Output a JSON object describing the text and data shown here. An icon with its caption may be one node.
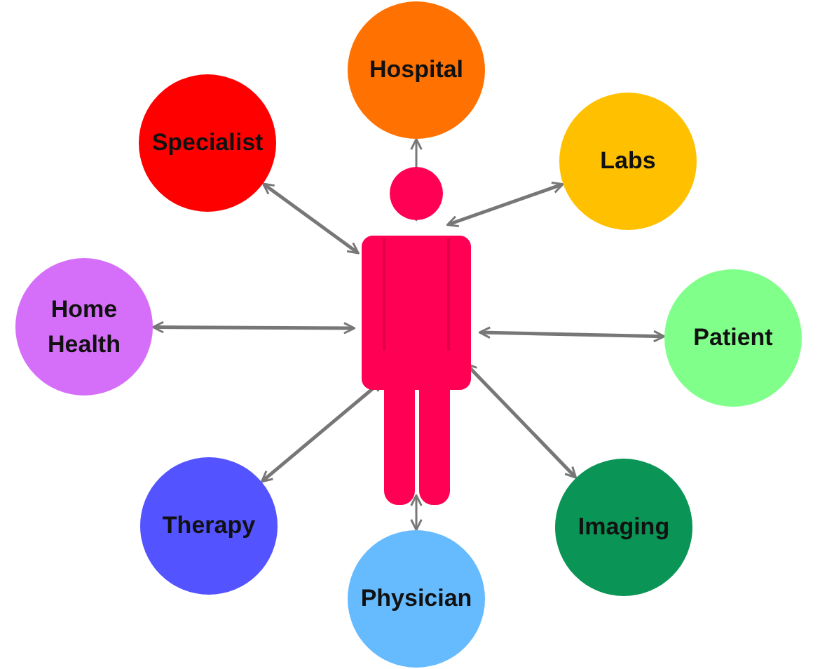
{
  "diagram": {
    "nodes": [
      {
        "text": [
          "Hospital"
        ]
      },
      {
        "text": [
          "Specialist"
        ]
      },
      {
        "text": [
          "Labs"
        ]
      },
      {
        "text": [],
        "shape": "person"
      },
      {
        "text": [
          "Home Health"
        ]
      },
      {
        "text": [
          "Patient"
        ]
      },
      {
        "text": [
          "Therapy"
        ]
      },
      {
        "text": [
          "Imaging"
        ]
      },
      {
        "text": [
          "Physician"
        ]
      }
    ],
    "edges": [
      {
        "from": 0,
        "to": 3,
        "arrow": "both"
      },
      {
        "from": 1,
        "to": 3,
        "arrow": "both"
      },
      {
        "from": 2,
        "to": 3,
        "arrow": "both"
      },
      {
        "from": 4,
        "to": 3,
        "arrow": "both"
      },
      {
        "from": 5,
        "to": 3,
        "arrow": "both"
      },
      {
        "from": 6,
        "to": 3,
        "arrow": "both"
      },
      {
        "from": 7,
        "to": 3,
        "arrow": "both"
      },
      {
        "from": 8,
        "to": 3,
        "arrow": "both"
      }
    ]
  }
}
